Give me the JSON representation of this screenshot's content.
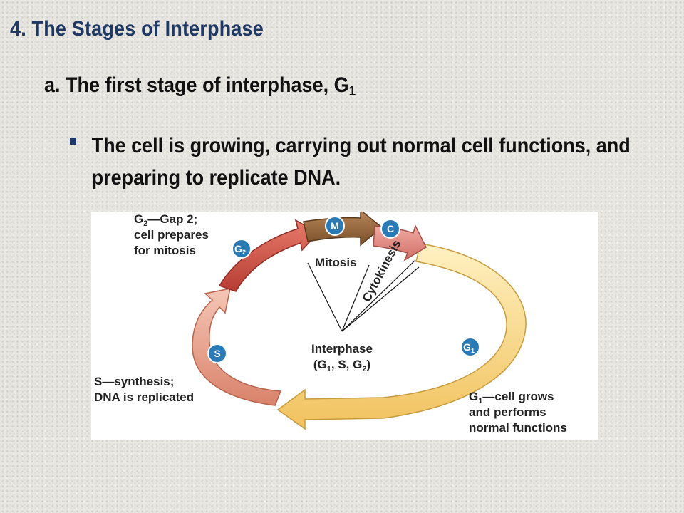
{
  "slide": {
    "title": "4. The Stages of Interphase",
    "subheading": "a. The first stage of interphase, G",
    "subheading_sub": "1",
    "bullet": "The cell is growing, carrying out normal cell functions, and preparing to replicate DNA.",
    "colors": {
      "title": "#1f3864",
      "bullet_marker": "#1f3864",
      "g1_arrow": "#f6d98a",
      "s_arrow": "#eba894",
      "g2_arrow": "#d2584b",
      "mitosis_arrow": "#9a6a3a",
      "cytokinesis_arrow": "#e38e86",
      "badge": "#2a7ab5"
    }
  },
  "diagram": {
    "badges": {
      "m": "M",
      "c": "C",
      "g2_main": "G",
      "g2_sub": "2",
      "s": "S",
      "g1_main": "G",
      "g1_sub": "1"
    },
    "labels": {
      "g2_line1_a": "G",
      "g2_line1_sub": "2",
      "g2_line1_b": "—Gap 2;",
      "g2_line2": "cell prepares",
      "g2_line3": "for mitosis",
      "mitosis": "Mitosis",
      "cytokinesis": "Cytokinesis",
      "interphase_line1": "Interphase",
      "interphase_a": "(G",
      "interphase_sub1": "1",
      "interphase_b": ", S, G",
      "interphase_sub2": "2",
      "interphase_c": ")",
      "s_line1": "S—synthesis;",
      "s_line2": "DNA is replicated",
      "g1_line1_a": "G",
      "g1_line1_sub": "1",
      "g1_line1_b": "—cell grows",
      "g1_line2": "and performs",
      "g1_line3": "normal functions"
    }
  }
}
